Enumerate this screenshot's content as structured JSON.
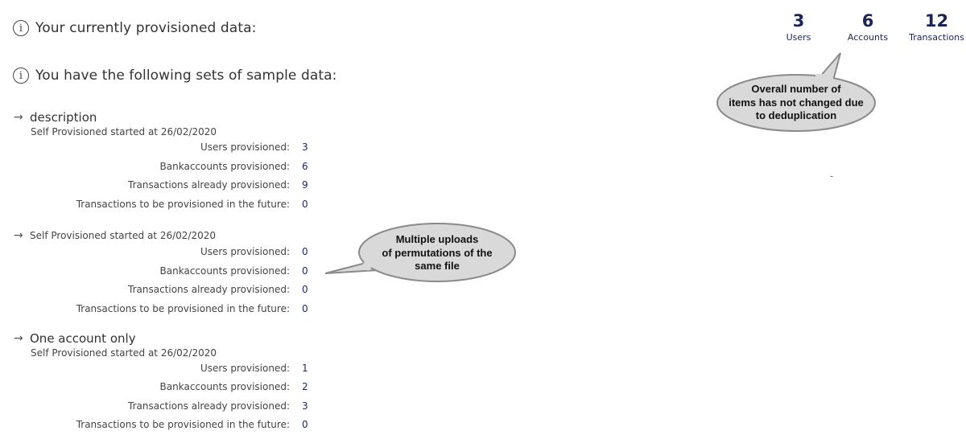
{
  "headings": {
    "provisioned": "Your currently provisioned data:",
    "sample_sets": "You have the following sets of sample data:"
  },
  "stats": {
    "users": {
      "value": "3",
      "label": "Users"
    },
    "accounts": {
      "value": "6",
      "label": "Accounts"
    },
    "transactions": {
      "value": "12",
      "label": "Transactions"
    }
  },
  "labels": {
    "users": "Users provisioned:",
    "bankaccounts": "Bankaccounts provisioned:",
    "tx_done": "Transactions already provisioned:",
    "tx_future": "Transactions to be provisioned in the future:"
  },
  "sets": [
    {
      "name": "description",
      "subtitle": "Self Provisioned started at 26/02/2020",
      "values": {
        "users": "3",
        "bankaccounts": "6",
        "tx_done": "9",
        "tx_future": "0"
      }
    },
    {
      "name": "",
      "subtitle": "Self Provisioned started at 26/02/2020",
      "values": {
        "users": "0",
        "bankaccounts": "0",
        "tx_done": "0",
        "tx_future": "0"
      }
    },
    {
      "name": "One account only",
      "subtitle": "Self Provisioned started at 26/02/2020",
      "values": {
        "users": "1",
        "bankaccounts": "2",
        "tx_done": "3",
        "tx_future": "0"
      }
    }
  ],
  "callouts": {
    "dedup_line1": "Overall number of",
    "dedup_line2": "items has not changed due",
    "dedup_line3": "to deduplication",
    "uploads_line1": "Multiple uploads",
    "uploads_line2": "of permutations of the",
    "uploads_line3": "same file"
  },
  "misc": {
    "dash": "-"
  },
  "icons": {
    "info": "info-circle-icon",
    "arrow": "arrow-right-icon"
  },
  "colors": {
    "value_navy": "#1b2b6b",
    "stat_navy": "#1b2457",
    "bubble_fill": "#d9d9d9",
    "bubble_stroke": "#8a8a8a"
  }
}
